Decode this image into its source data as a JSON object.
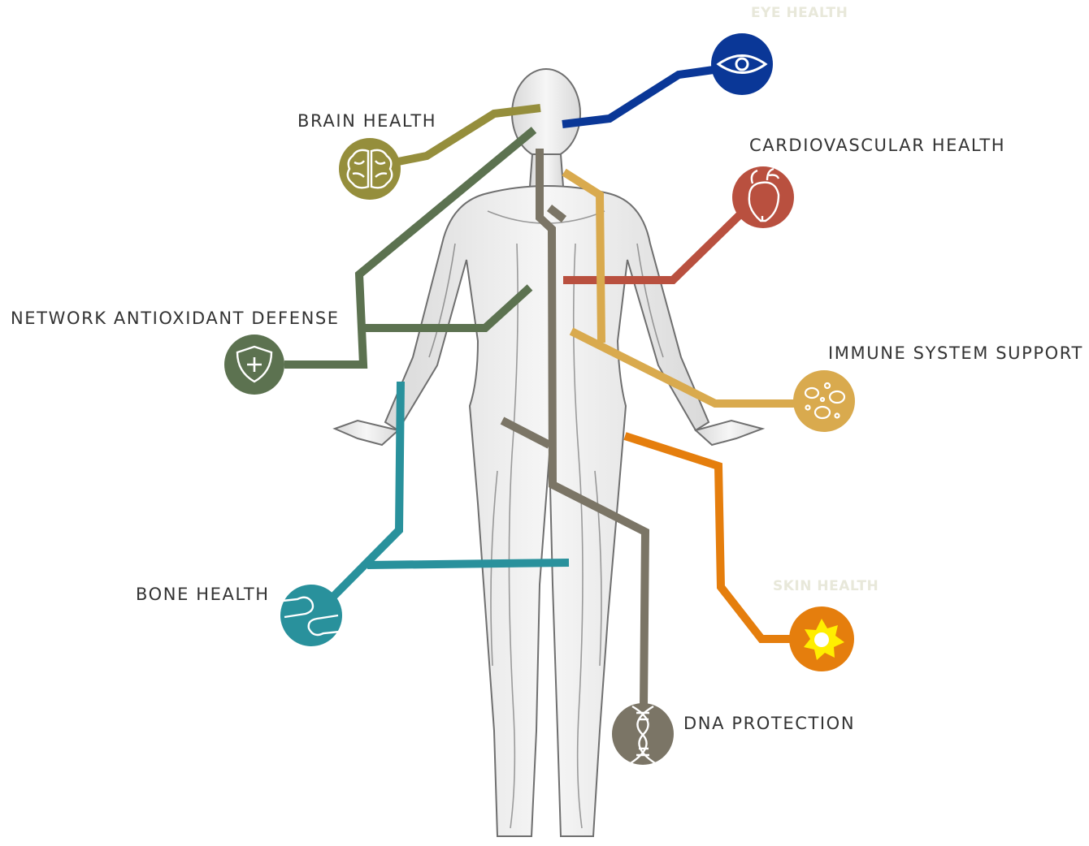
{
  "diagram": {
    "labels": {
      "eye": "EYE HEALTH",
      "brain": "BRAIN HEALTH",
      "cardio": "CARDIOVASCULAR HEALTH",
      "antioxidant": "NETWORK ANTIOXIDANT DEFENSE",
      "immune": "IMMUNE SYSTEM SUPPORT",
      "skin": "SKIN HEALTH",
      "bone": "BONE HEALTH",
      "dna": "DNA PROTECTION"
    },
    "icons": {
      "eye": "eye-icon",
      "brain": "brain-icon",
      "cardio": "heart-icon",
      "antioxidant": "shield-plus-icon",
      "immune": "cells-icon",
      "skin": "sun-icon",
      "bone": "joint-icon",
      "dna": "dna-icon"
    },
    "colors": {
      "eye": "#0a3797",
      "brain": "#958e3c",
      "cardio": "#b9503f",
      "antioxidant": "#5c7250",
      "immune": "#d9aa4e",
      "skin": "#e57e0d",
      "bone": "#29919c",
      "dna": "#7b7566"
    }
  }
}
